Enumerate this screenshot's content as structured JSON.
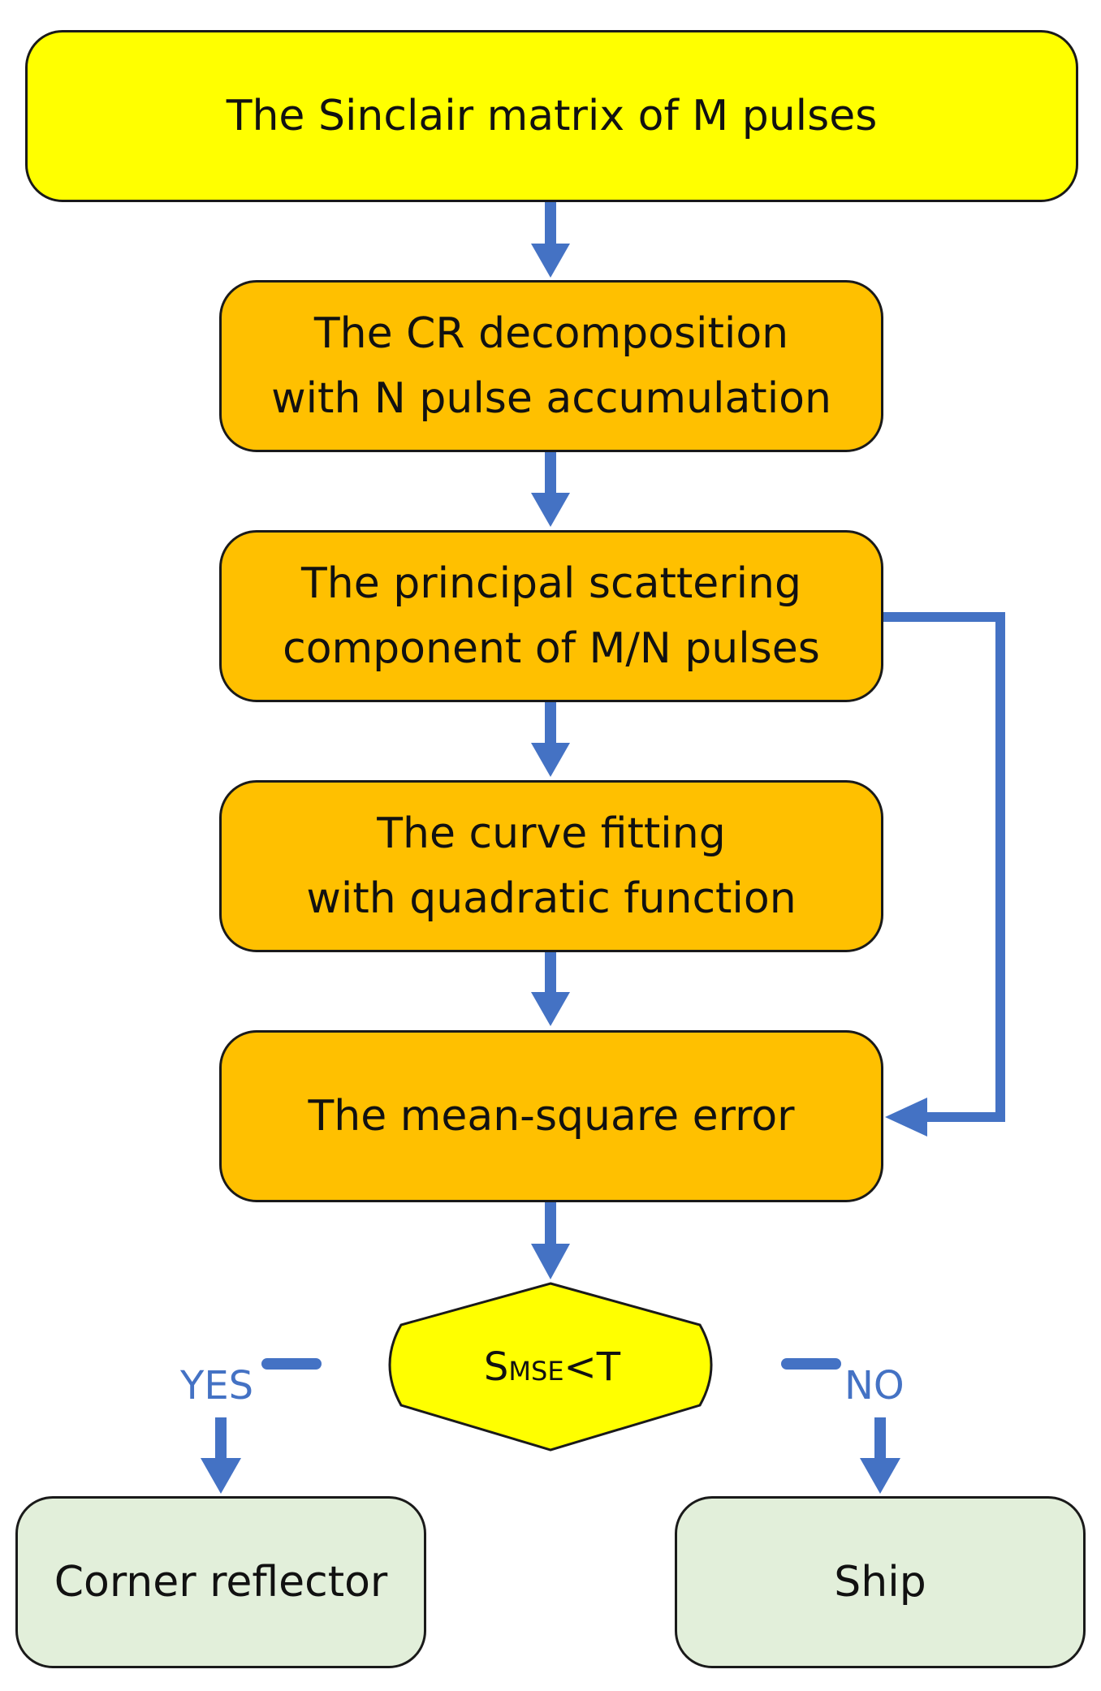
{
  "steps": [
    {
      "lines": [
        "The Sinclair matrix of M pulses"
      ]
    },
    {
      "lines": [
        "The CR decomposition",
        "with N pulse accumulation"
      ]
    },
    {
      "lines": [
        "The principal scattering",
        "component of  M/N pulses"
      ]
    },
    {
      "lines": [
        "The curve fitting",
        "with quadratic function"
      ]
    },
    {
      "lines": [
        "The mean-square error"
      ]
    }
  ],
  "decision": {
    "s": "S",
    "sub": "MSE",
    "rest": "<T"
  },
  "branches": {
    "yes_label": "YES",
    "no_label": "NO"
  },
  "outcomes": {
    "yes": "Corner reflector",
    "no": "Ship"
  },
  "colors": {
    "start": "#ffff00",
    "process": "#ffc000",
    "outcome": "#e2efda",
    "arrow": "#4472c4",
    "border": "#1a1a1a"
  }
}
